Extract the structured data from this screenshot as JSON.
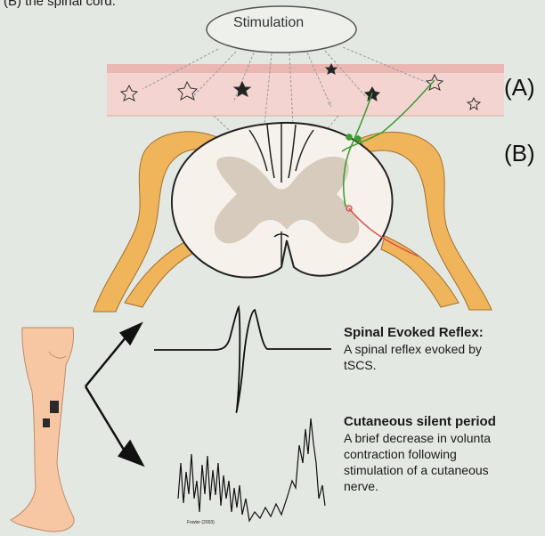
{
  "caption_partial": "(B) the spinal cord.",
  "stimulation_label": "Stimulation",
  "label_a": "(A)",
  "label_b": "(B)",
  "spinal_evoked_reflex": {
    "title": "Spinal Evoked Reflex:",
    "lines": [
      "A spinal reflex evoked by",
      "tSCS."
    ]
  },
  "cutaneous_silent_period": {
    "title": "Cutaneous silent period",
    "lines": [
      "A brief decrease in volunta",
      "contraction following",
      "stimulation of a cutaneous",
      "nerve."
    ]
  },
  "credit": "Fowler (2003)",
  "colors": {
    "skin_band": "#f4d4d0",
    "nerve": "#f0b45a",
    "cord_fill": "#f6f1ea",
    "gray_matter": "#d6cbbd",
    "afferent_green": "#3c9a2f",
    "efferent_red": "#d9534f",
    "leg_skin": "#f7c7a4"
  }
}
